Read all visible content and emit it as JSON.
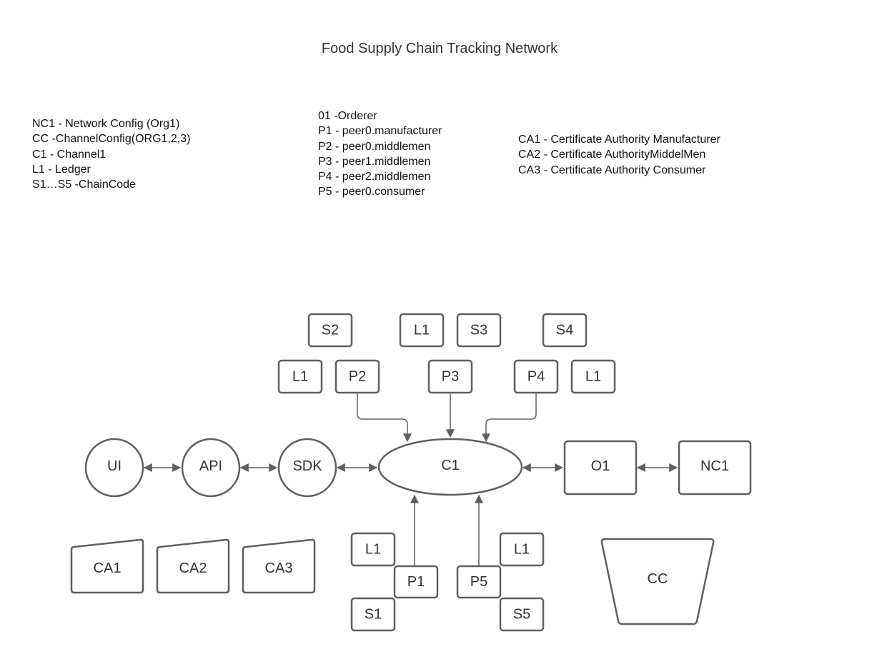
{
  "title": "Food Supply Chain Tracking Network",
  "legend": {
    "left": [
      "NC1 - Network Config (Org1)",
      "CC -ChannelConfig(ORG1,2,3)",
      "C1 - Channel1",
      "L1 - Ledger",
      "S1…S5 -ChainCode"
    ],
    "middle": [
      "01 -Orderer",
      "P1 - peer0.manufacturer",
      "P2 - peer0.middlemen",
      "P3 - peer1.middlemen",
      "P4 - peer2.middlemen",
      "P5 - peer0.consumer"
    ],
    "right": [
      "CA1 - Certificate Authority Manufacturer",
      "CA2 - Certificate AuthorityMiddelMen",
      "CA3 - Certificate Authority Consumer"
    ]
  },
  "nodes": {
    "s2": "S2",
    "l1_top_center": "L1",
    "s3": "S3",
    "s4": "S4",
    "l1_left": "L1",
    "p2": "P2",
    "p3": "P3",
    "p4": "P4",
    "l1_right": "L1",
    "ui": "UI",
    "api": "API",
    "sdk": "SDK",
    "c1": "C1",
    "o1": "O1",
    "nc1": "NC1",
    "ca1": "CA1",
    "ca2": "CA2",
    "ca3": "CA3",
    "l1_p1": "L1",
    "p1": "P1",
    "s1": "S1",
    "l1_p5": "L1",
    "p5": "P5",
    "s5": "S5",
    "cc": "CC"
  },
  "colors": {
    "stroke": "#5f5f5f",
    "text": "#333333"
  }
}
